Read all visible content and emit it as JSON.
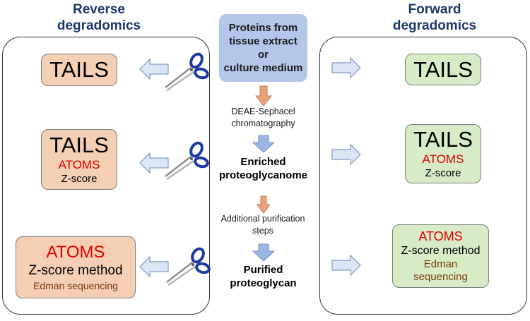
{
  "headings": {
    "reverse": [
      "Reverse",
      "degradomics"
    ],
    "forward": [
      "Forward",
      "degradomics"
    ]
  },
  "center": {
    "source": [
      "Proteins from",
      "tissue extract",
      "or",
      "culture medium"
    ],
    "step1": [
      "DEAE-Sephacel",
      "chromatography"
    ],
    "enriched": [
      "Enriched",
      "proteoglycanome"
    ],
    "step2": [
      "Additional purification",
      "steps"
    ],
    "purified": [
      "Purified",
      "proteoglycan"
    ]
  },
  "reverse_boxes": [
    {
      "lines": [
        "TAILS"
      ]
    },
    {
      "lines": [
        "TAILS",
        "ATOMS",
        "Z-score"
      ]
    },
    {
      "lines": [
        "ATOMS",
        "Z-score method",
        "Edman sequencing"
      ]
    }
  ],
  "forward_boxes": [
    {
      "lines": [
        "TAILS"
      ]
    },
    {
      "lines": [
        "TAILS",
        "ATOMS",
        "Z-score"
      ]
    },
    {
      "lines": [
        "ATOMS",
        "Z-score method",
        "Edman",
        "sequencing"
      ]
    }
  ],
  "colors": {
    "heading": "#1f3864",
    "reverse_box": "#f4cfb3",
    "forward_box": "#d6ebc6",
    "source_box": "#b3c6ea",
    "arrow_fill": "#dbe5f4",
    "arrow_stroke": "#7f9bc4",
    "down_arrow_orange": "#e9a17a",
    "down_arrow_blue": "#9cb6e0",
    "scissor_handle": "#1f3a9e"
  },
  "icons": [
    "scissors-icon",
    "left-arrow-icon",
    "right-arrow-icon",
    "down-arrow-icon"
  ]
}
